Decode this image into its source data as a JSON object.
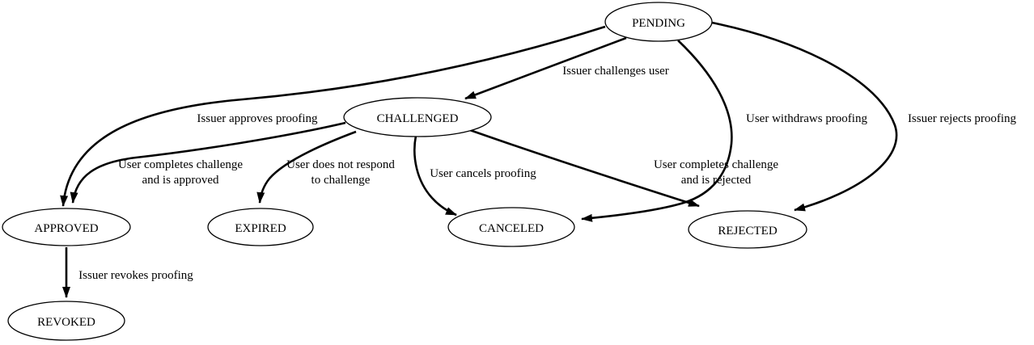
{
  "diagram": {
    "type": "state-machine-graph",
    "colors": {
      "background": "#ffffff",
      "node_fill": "#ffffff",
      "node_border": "#000000",
      "edge_stroke": "#000000",
      "text": "#000000"
    },
    "nodes": [
      {
        "id": "pending",
        "label": "PENDING"
      },
      {
        "id": "challenged",
        "label": "CHALLENGED"
      },
      {
        "id": "approved",
        "label": "APPROVED"
      },
      {
        "id": "expired",
        "label": "EXPIRED"
      },
      {
        "id": "canceled",
        "label": "CANCELED"
      },
      {
        "id": "rejected",
        "label": "REJECTED"
      },
      {
        "id": "revoked",
        "label": "REVOKED"
      }
    ],
    "edges": [
      {
        "from": "PENDING",
        "to": "CHALLENGED",
        "label": "Issuer challenges user",
        "lines": [
          "Issuer challenges user"
        ]
      },
      {
        "from": "PENDING",
        "to": "APPROVED",
        "label": "Issuer approves proofing",
        "lines": [
          "Issuer approves proofing"
        ]
      },
      {
        "from": "PENDING",
        "to": "CANCELED",
        "label": "User withdraws proofing",
        "lines": [
          "User withdraws proofing"
        ]
      },
      {
        "from": "PENDING",
        "to": "REJECTED",
        "label": "Issuer rejects proofing",
        "lines": [
          "Issuer rejects proofing"
        ]
      },
      {
        "from": "CHALLENGED",
        "to": "APPROVED",
        "label": "User completes challenge and is approved",
        "lines": [
          "User completes challenge",
          "and is approved"
        ]
      },
      {
        "from": "CHALLENGED",
        "to": "EXPIRED",
        "label": "User does not respond to challenge",
        "lines": [
          "User does not respond",
          "to challenge"
        ]
      },
      {
        "from": "CHALLENGED",
        "to": "CANCELED",
        "label": "User cancels proofing",
        "lines": [
          "User cancels proofing"
        ]
      },
      {
        "from": "CHALLENGED",
        "to": "REJECTED",
        "label": "User completes challenge and is rejected",
        "lines": [
          "User completes challenge",
          "and is rejected"
        ]
      },
      {
        "from": "APPROVED",
        "to": "REVOKED",
        "label": "Issuer revokes proofing",
        "lines": [
          "Issuer revokes proofing"
        ]
      }
    ]
  }
}
